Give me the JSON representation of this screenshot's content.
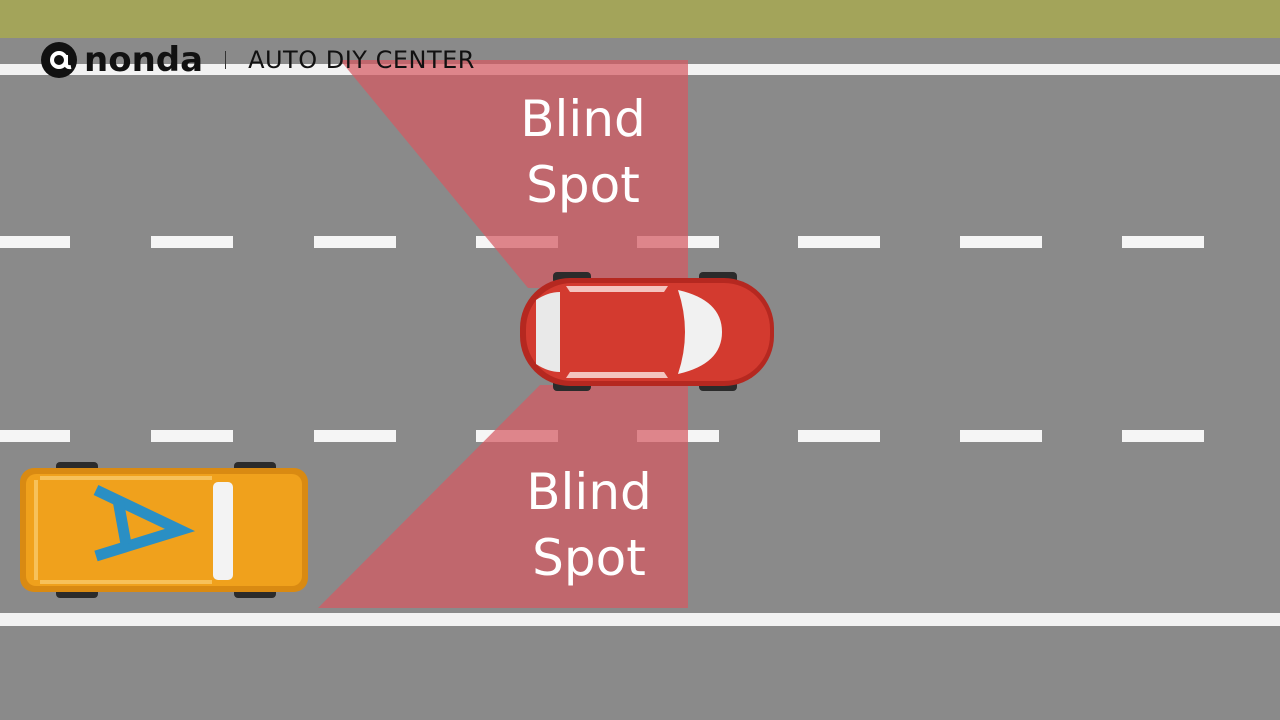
{
  "brand": {
    "logo_icon": "at-sign-icon",
    "name": "nonda",
    "tagline": "AUTO DIY CENTER"
  },
  "blind_spots": [
    {
      "line1": "Blind",
      "line2": "Spot"
    },
    {
      "line1": "Blind",
      "line2": "Spot"
    }
  ],
  "cars": [
    {
      "role": "own-car",
      "color": "#d23b30"
    },
    {
      "role": "other-car",
      "color": "#f0a11c",
      "marking": "A"
    }
  ],
  "colors": {
    "road": "#8a8a8a",
    "grass": "#a3a45a",
    "lane_marking": "#ffffff",
    "blind_spot_fill": "#c76a6d",
    "marking_accent": "#2a8fc4"
  }
}
